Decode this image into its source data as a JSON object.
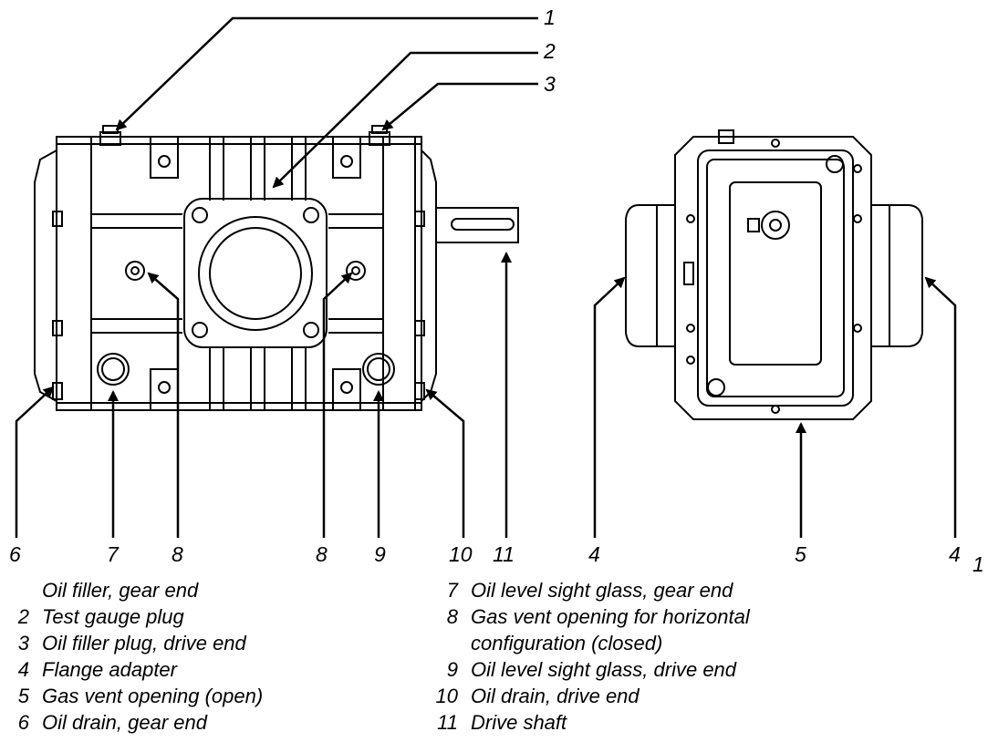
{
  "callouts": {
    "top_1": "1",
    "top_2": "2",
    "top_3": "3",
    "b_6": "6",
    "b_7": "7",
    "b_8a": "8",
    "b_8b": "8",
    "b_9": "9",
    "b_10": "10",
    "b_11": "11",
    "b_4a": "4",
    "b_5": "5",
    "b_4b": "4",
    "edge_1": "1"
  },
  "legend": {
    "left": [
      {
        "num": "",
        "text": "Oil filler, gear end"
      },
      {
        "num": "2",
        "text": "Test gauge plug"
      },
      {
        "num": "3",
        "text": "Oil filler plug, drive end"
      },
      {
        "num": "4",
        "text": "Flange adapter"
      },
      {
        "num": "5",
        "text": "Gas vent opening (open)"
      },
      {
        "num": "6",
        "text": "Oil drain, gear end"
      }
    ],
    "right": [
      {
        "num": "7",
        "text": "Oil level sight glass, gear end"
      },
      {
        "num": "8",
        "text": "Gas vent opening for horizontal"
      },
      {
        "num": "",
        "text": "configuration (closed)"
      },
      {
        "num": "9",
        "text": "Oil level sight glass, drive end"
      },
      {
        "num": "10",
        "text": "Oil drain, drive end"
      },
      {
        "num": "11",
        "text": "Drive shaft"
      }
    ]
  }
}
